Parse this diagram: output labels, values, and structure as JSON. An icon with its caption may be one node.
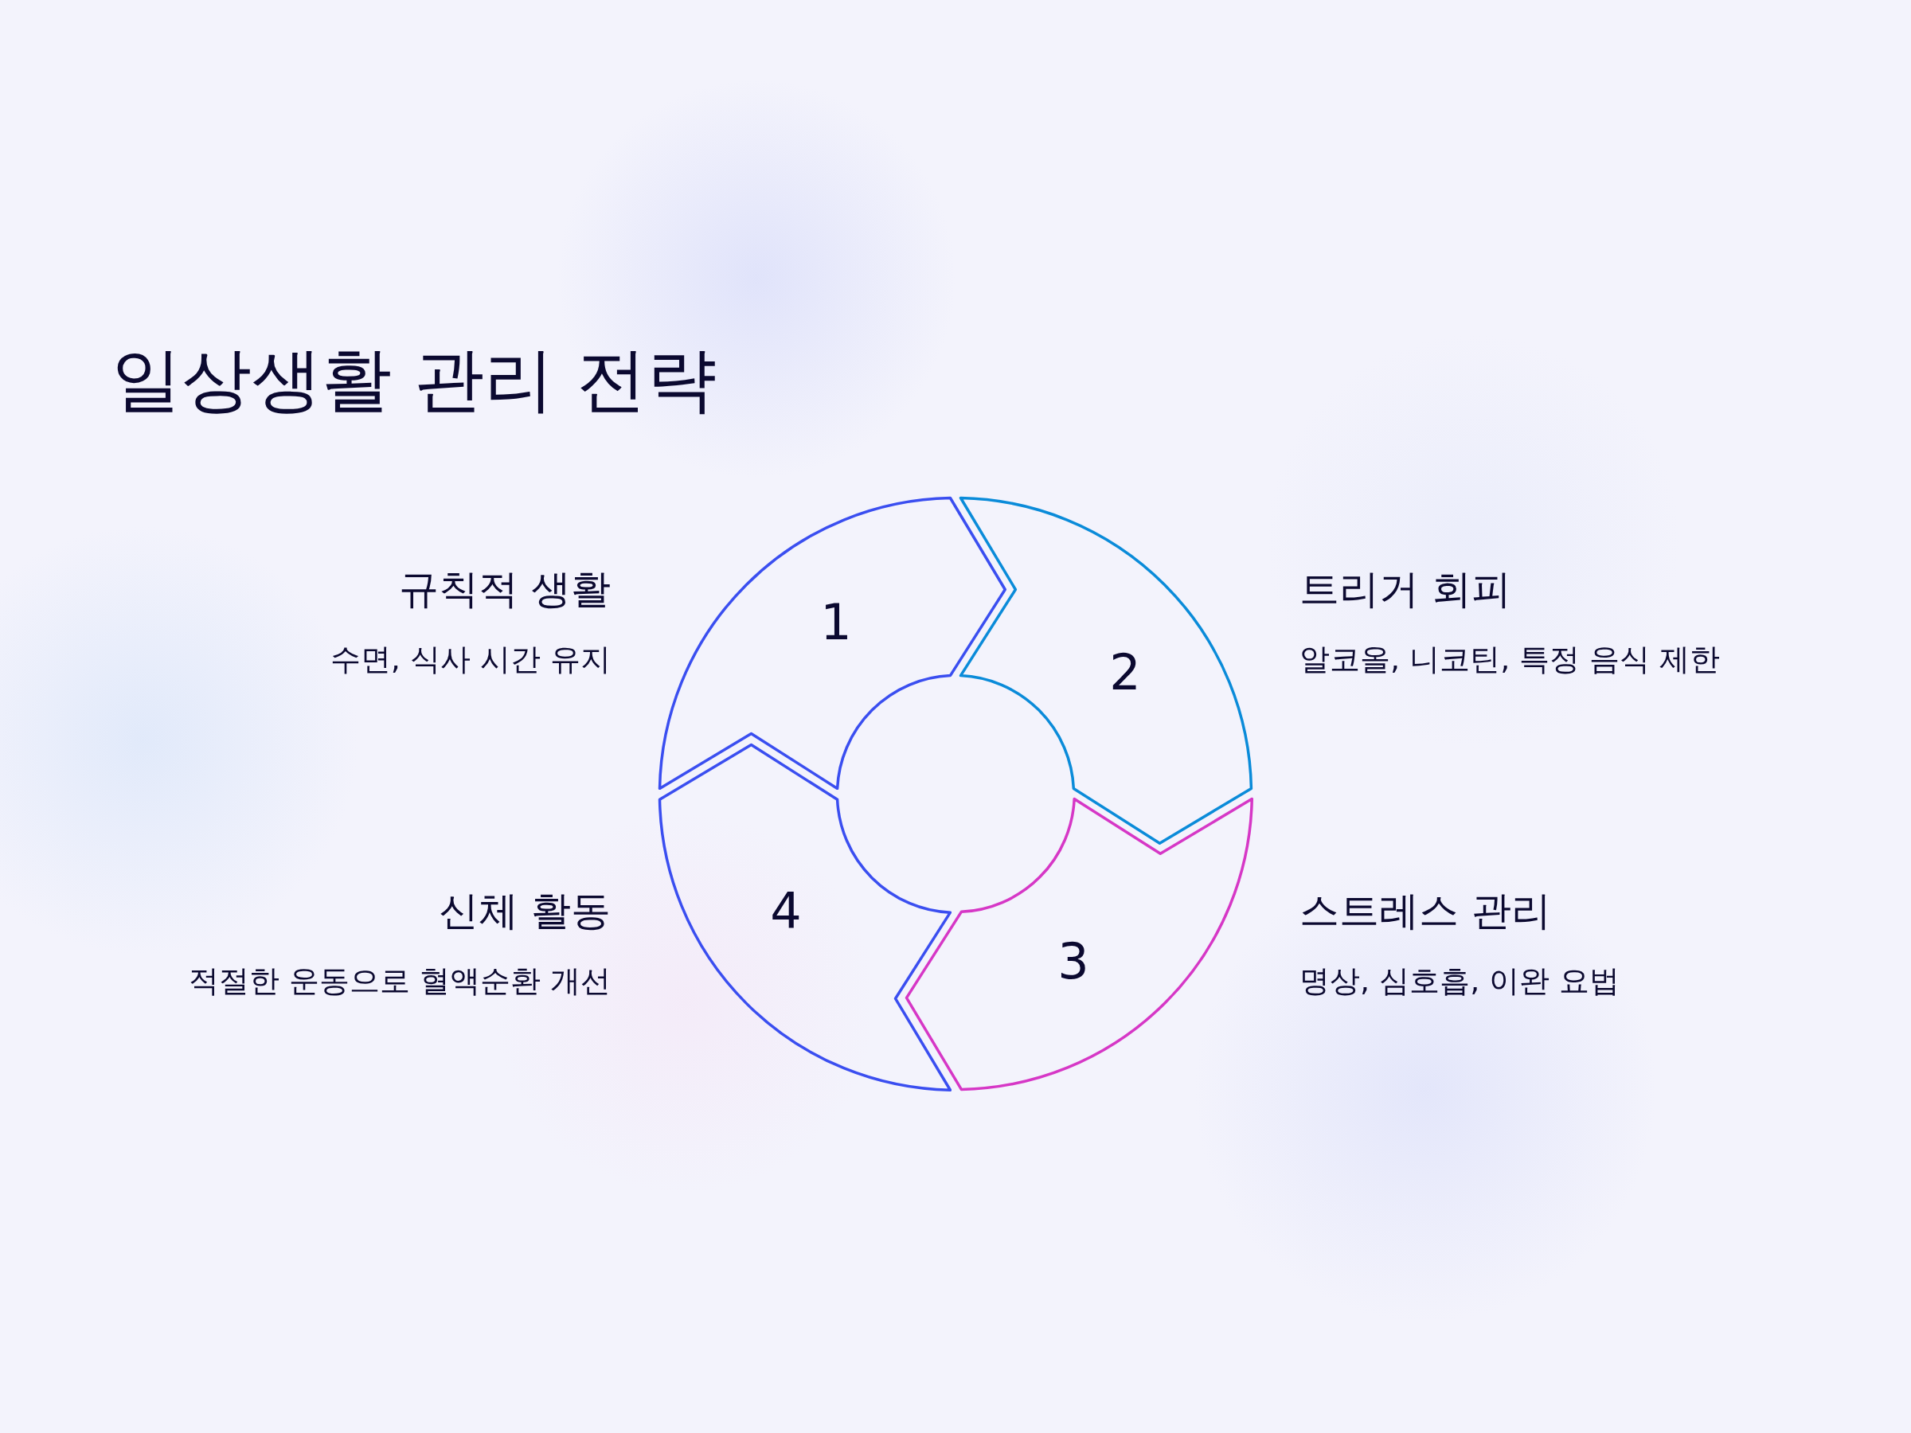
{
  "diagram": {
    "title": "일상생활 관리 전략",
    "nodes": [
      {
        "text": [
          "1"
        ],
        "beside": [
          "규칙적 생활",
          "수면, 식사 시간 유지"
        ]
      },
      {
        "text": [
          "2"
        ],
        "beside": [
          "트리거 회피",
          "알코올, 니코틴, 특정 음식 제한"
        ]
      },
      {
        "text": [
          "3"
        ],
        "beside": [
          "스트레스 관리",
          "명상, 심호흡, 이완 요법"
        ]
      },
      {
        "text": [
          "4"
        ],
        "beside": [
          "신체 활동",
          "적절한 운동으로 혈액순환 개선"
        ]
      }
    ]
  }
}
